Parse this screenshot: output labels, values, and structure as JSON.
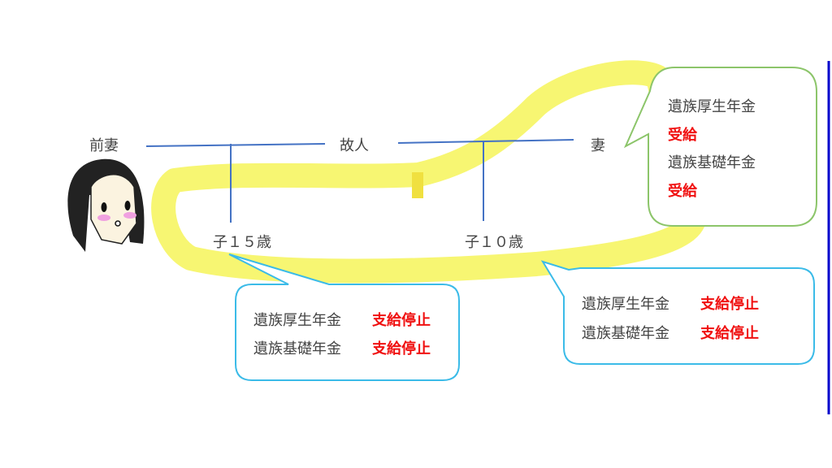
{
  "people": {
    "ex_wife": "前妻",
    "deceased": "故人",
    "wife": "妻",
    "child1": "子１５歳",
    "child2": "子１０歳"
  },
  "wife_bubble": {
    "line1": "遺族厚生年金",
    "status1": "受給",
    "line2": "遺族基礎年金",
    "status2": "受給"
  },
  "child1_bubble": {
    "line1": "遺族厚生年金",
    "status1": "支給停止",
    "line2": "遺族基礎年金",
    "status2": "支給停止"
  },
  "child2_bubble": {
    "line1": "遺族厚生年金",
    "status1": "支給停止",
    "line2": "遺族基礎年金",
    "status2": "支給停止"
  },
  "colors": {
    "line": "#4472c4",
    "highlight": "#f7f56a",
    "wife_bubble": "#8cc56a",
    "child_bubble": "#3bbbe8",
    "status": "#f01010",
    "edge": "#0000cc"
  }
}
